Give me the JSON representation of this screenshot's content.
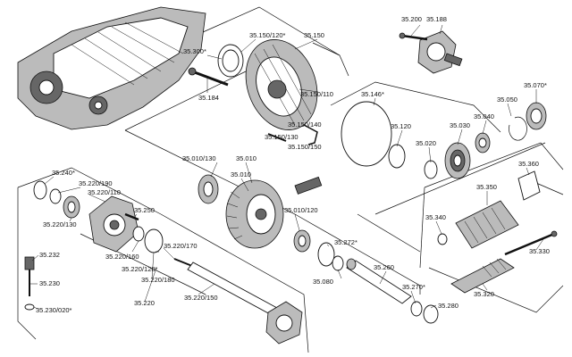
{
  "labels": {
    "l_35200": "35.200",
    "l_35188": "35.188",
    "l_35300": "35.300*",
    "l_35150_120": "35.150/120*",
    "l_35150": "35.150",
    "l_35184": "35.184",
    "l_35150_110": "35.150/110",
    "l_35146": "35.146*",
    "l_35070": "35.070*",
    "l_35050": "35.050",
    "l_35040": "35.040",
    "l_35150_140": "35.150/140",
    "l_35150_130": "35.150/130",
    "l_35150_150": "35.150/150",
    "l_35120": "35.120",
    "l_35030": "35.030",
    "l_35020": "35.020",
    "l_35010_130": "35.010/130",
    "l_35010_a": "35.010",
    "l_35010_b": "35.010",
    "l_35010_120": "35.010/120",
    "l_35240": "35.240*",
    "l_35220_190": "35.220/190",
    "l_35220_110": "35.220/110",
    "l_35220_130": "35.220/130",
    "l_35250": "35.250",
    "l_35220_160": "35.220/160",
    "l_35220_170": "35.220/170",
    "l_35220_120": "35.220/120*",
    "l_35220_180": "35.220/180",
    "l_35232": "35.232",
    "l_35230": "35.230",
    "l_35230_020": "35.230/020*",
    "l_35220": "35.220",
    "l_35220_150": "35.220/150",
    "l_35272": "35.272*",
    "l_35080": "35.080",
    "l_35260": "35.260",
    "l_35270": "35.270*",
    "l_35280": "35.280",
    "l_35360": "35.360",
    "l_35350": "35.350",
    "l_35340": "35.340",
    "l_35330": "35.330",
    "l_35320": "35.320"
  }
}
